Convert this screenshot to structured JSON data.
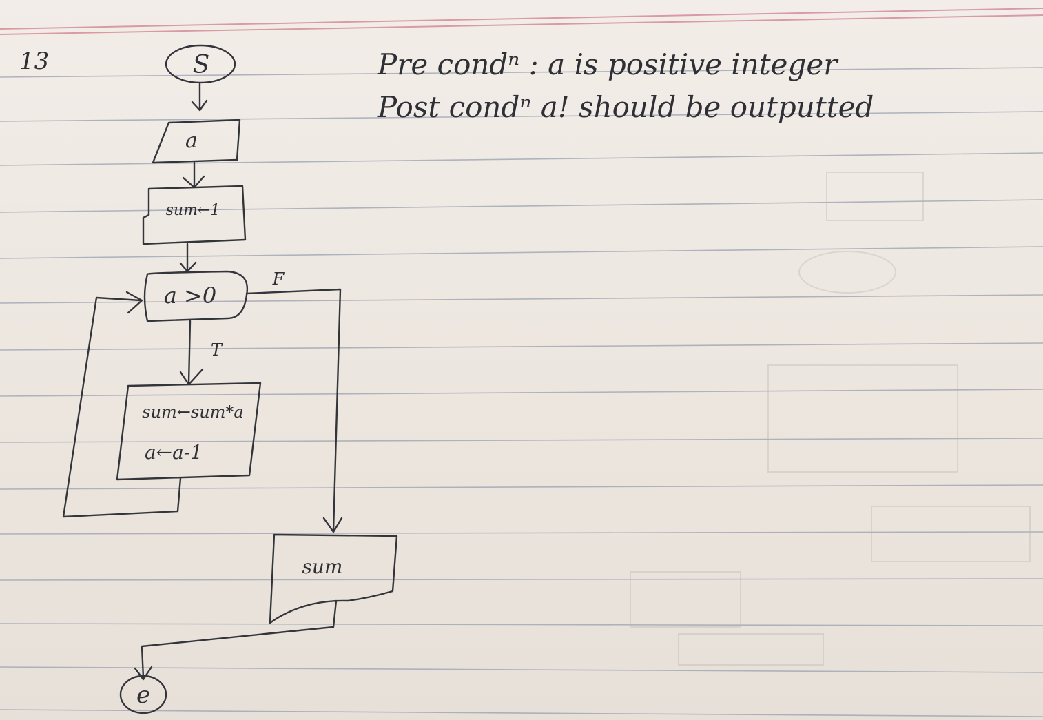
{
  "page": {
    "problem_number": "13"
  },
  "flowchart": {
    "start": "S",
    "input": "a",
    "init": "sum←1",
    "decision": "a >0",
    "true_label": "T",
    "false_label": "F",
    "process_line1": "sum←sum*a",
    "process_line2": "a←a-1",
    "output": "sum",
    "end": "e"
  },
  "conditions": {
    "pre": "Pre condⁿ : a is positive integer",
    "post": "Post condⁿ   a! should be outputted"
  },
  "colors": {
    "paper": "#efe9e3",
    "ink": "#34353b",
    "blue_rule": "#9aa0b2",
    "red_rule": "#d99aa6"
  }
}
